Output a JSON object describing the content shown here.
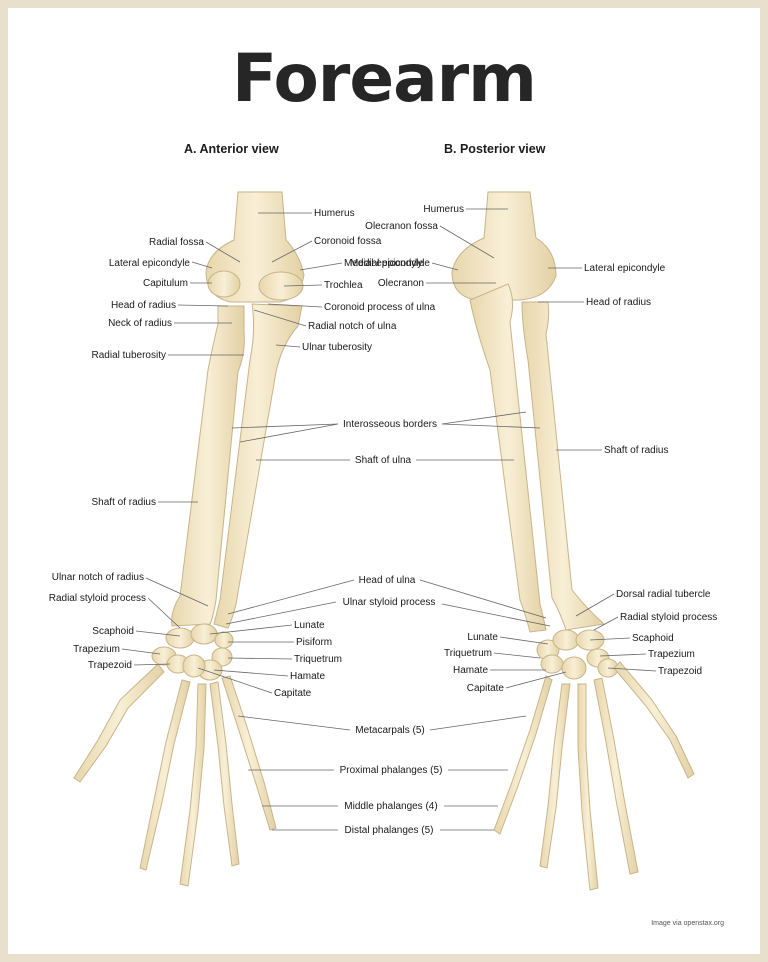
{
  "title": "Forearm",
  "views": {
    "anterior": "A. Anterior view",
    "posterior": "B. Posterior view"
  },
  "labels": {
    "humerus": "Humerus",
    "radial_fossa": "Radial fossa",
    "coronoid_fossa": "Coronoid fossa",
    "lateral_epicondyle": "Lateral epicondyle",
    "medial_epicondyle": "Medial epicondyle",
    "capitulum": "Capitulum",
    "trochlea": "Trochlea",
    "head_of_radius": "Head of radius",
    "coronoid_process": "Coronoid process of ulna",
    "neck_of_radius": "Neck of radius",
    "radial_notch": "Radial notch of ulna",
    "ulnar_tuberosity": "Ulnar tuberosity",
    "radial_tuberosity": "Radial tuberosity",
    "interosseous_borders": "Interosseous borders",
    "shaft_of_ulna": "Shaft of ulna",
    "shaft_of_radius": "Shaft of radius",
    "ulnar_notch_of_radius": "Ulnar notch of radius",
    "head_of_ulna": "Head of ulna",
    "radial_styloid": "Radial styloid process",
    "ulnar_styloid": "Ulnar styloid process",
    "scaphoid": "Scaphoid",
    "lunate": "Lunate",
    "pisiform": "Pisiform",
    "trapezium": "Trapezium",
    "triquetrum": "Triquetrum",
    "trapezoid": "Trapezoid",
    "hamate": "Hamate",
    "capitate": "Capitate",
    "metacarpals": "Metacarpals (5)",
    "proximal_phalanges": "Proximal phalanges (5)",
    "middle_phalanges": "Middle phalanges (4)",
    "distal_phalanges": "Distal phalanges (5)",
    "olecranon_fossa": "Olecranon fossa",
    "olecranon": "Olecranon",
    "dorsal_radial_tubercle": "Dorsal radial tubercle"
  },
  "credit": "Image via openstax.org",
  "colors": {
    "bone_fill": "#f3e7c6",
    "bone_stroke": "#c9b489",
    "leader": "#666666",
    "frame": "#e9dfcd"
  }
}
